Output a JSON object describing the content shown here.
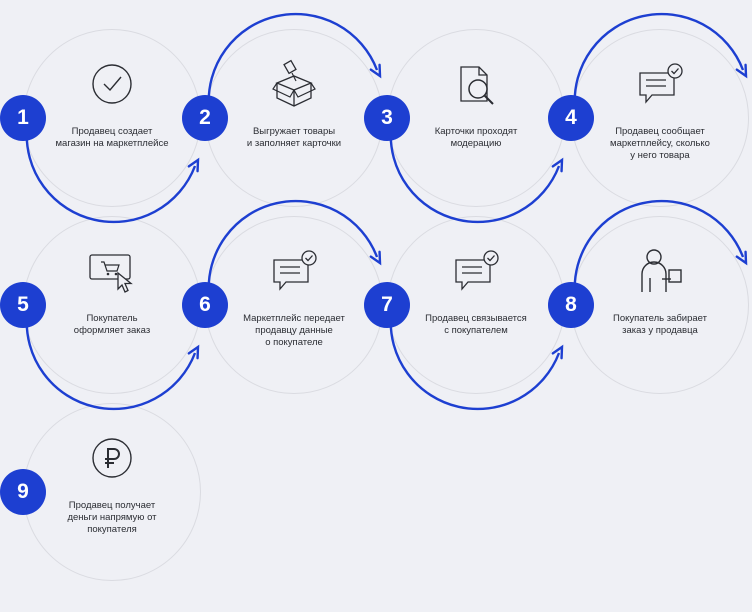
{
  "colors": {
    "accent": "#1d3fd1",
    "background": "#eff0f5",
    "circle_border": "#dadbe1",
    "icon_stroke": "#2b2d33"
  },
  "steps": [
    {
      "number": "1",
      "icon": "check-circle-icon",
      "text": [
        "Продавец создает",
        "магазин на маркетплейсе"
      ]
    },
    {
      "number": "2",
      "icon": "box-with-tag-icon",
      "text": [
        "Выгружает товары",
        "и заполняет карточки"
      ]
    },
    {
      "number": "3",
      "icon": "document-magnifier-icon",
      "text": [
        "Карточки проходят",
        "модерацию"
      ]
    },
    {
      "number": "4",
      "icon": "message-check-icon",
      "text": [
        "Продавец сообщает",
        "маркетплейсу, сколько",
        "у него товара"
      ]
    },
    {
      "number": "5",
      "icon": "screen-cart-cursor-icon",
      "text": [
        "Покупатель",
        "оформляет заказ"
      ]
    },
    {
      "number": "6",
      "icon": "message-check-icon",
      "text": [
        "Маркетплейс передает",
        "продавцу данные",
        "о покупателе"
      ]
    },
    {
      "number": "7",
      "icon": "message-check-icon",
      "text": [
        "Продавец связывается",
        "с покупателем"
      ]
    },
    {
      "number": "8",
      "icon": "person-package-icon",
      "text": [
        "Покупатель забирает",
        "заказ у продавца"
      ]
    },
    {
      "number": "9",
      "icon": "ruble-coin-icon",
      "text": [
        "Продавец получает",
        "деньги напрямую от",
        "покупателя"
      ]
    }
  ]
}
